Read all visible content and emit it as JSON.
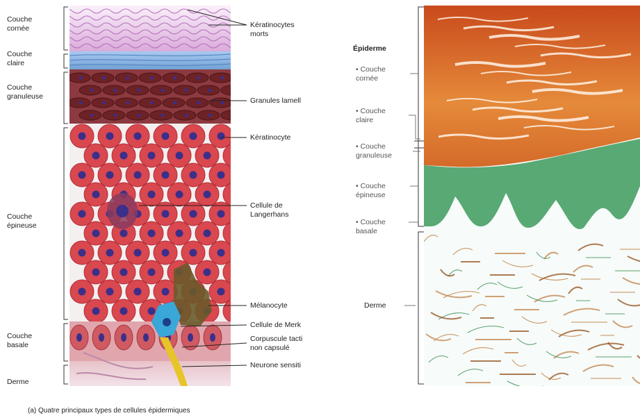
{
  "left_layer_labels": [
    {
      "text": "Couche\ncornée"
    },
    {
      "text": "Couche\nclaire"
    },
    {
      "text": "Couche\ngranuleuse"
    },
    {
      "text": "Couche\népineuse"
    },
    {
      "text": "Couche\nbasale"
    },
    {
      "text": "Derme"
    }
  ],
  "left_callouts": [
    {
      "text": "Kératinocytes\nmorts"
    },
    {
      "text": "Granules lamell"
    },
    {
      "text": "Kératinocyte"
    },
    {
      "text": "Cellule de\nLangerhans"
    },
    {
      "text": "Mélanocyte"
    },
    {
      "text": "Cellule de Merk"
    },
    {
      "text": "Corpuscule tacti\nnon capsulé"
    },
    {
      "text": "Neurone sensiti"
    }
  ],
  "right_title": "Épiderme",
  "right_labels": [
    {
      "text": "• Couche\ncornée"
    },
    {
      "text": "• Couche\nclaire"
    },
    {
      "text": "• Couche\ngranuleuse"
    },
    {
      "text": "• Couche\népineuse"
    },
    {
      "text": "• Couche\nbasale"
    },
    {
      "text": "Derme"
    }
  ],
  "caption": "(a) Quatre principaux types de cellules épidermiques",
  "colors": {
    "cornee": "#e7c3e6",
    "claire": "#8fb8e2",
    "granuleuse": "#7a2a2e",
    "epineuse": "#d9474f",
    "nucleus": "#3b2f8a",
    "melanocyte": "#6b5a2a",
    "merkel": "#3aa7d9",
    "nerve": "#e6c52a",
    "histo_cornee": "#e07a2a",
    "histo_epi": "#2f8a4a"
  }
}
